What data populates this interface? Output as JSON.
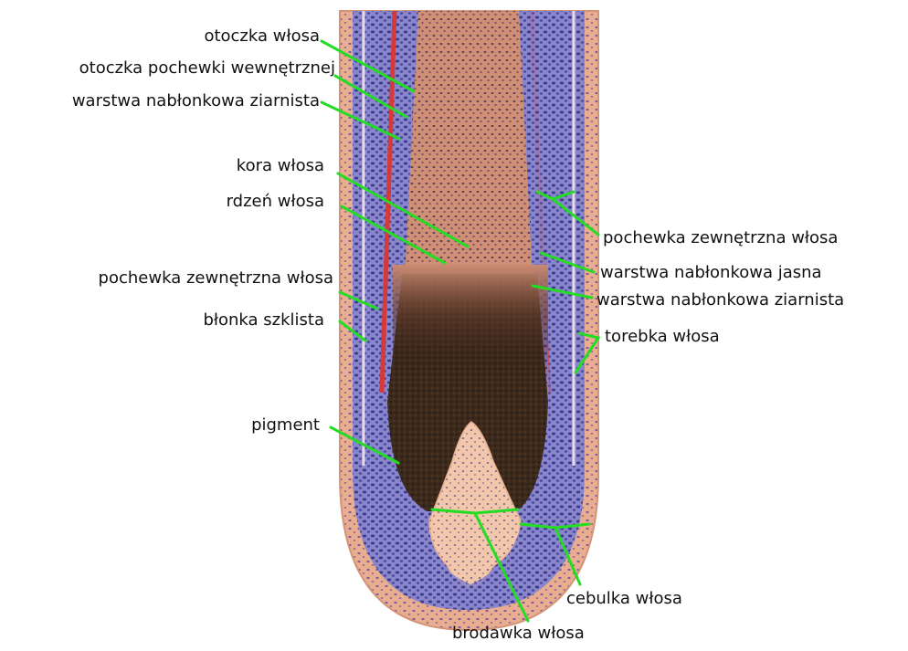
{
  "colors": {
    "leader": "#22dd22",
    "tissue_outer": "#e8a98a",
    "tissue_pink": "#f0b59c",
    "blue_layer": "#6f6fc0",
    "dark_blue": "#4a4aa0",
    "red_band": "#d43a3a",
    "pigment": "#3a2418",
    "papilla": "#f2c4a8"
  },
  "labels_left": [
    "otoczka włosa",
    "otoczka pochewki wewnętrznej",
    "warstwa nabłonkowa ziarnista",
    "kora włosa",
    "rdzeń włosa",
    "pochewka zewnętrzna włosa",
    "błonka szklista",
    "pigment"
  ],
  "labels_right": [
    "pochewka zewnętrzna włosa",
    "warstwa nabłonkowa jasna",
    "warstwa nabłonkowa ziarnista",
    "torebka włosa",
    "cebulka włosa"
  ],
  "label_bottom": "brodawka włosa"
}
